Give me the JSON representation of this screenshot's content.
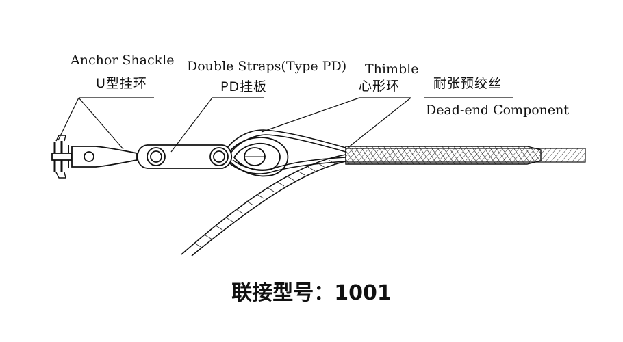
{
  "labels": {
    "anchor_shackle_en": "Anchor Shackle",
    "anchor_shackle_zh": "U型挂环",
    "double_straps_en": "Double Straps(Type PD)",
    "double_straps_zh": "PD挂板",
    "thimble_en": "Thimble",
    "thimble_zh": "心形环",
    "dead_end_zh": "耐张预绞丝",
    "dead_end_en": "Dead-end Component"
  },
  "caption": {
    "prefix": "联接型号：",
    "model": "1001"
  },
  "colors": {
    "line": "#111111",
    "background": "#ffffff"
  }
}
